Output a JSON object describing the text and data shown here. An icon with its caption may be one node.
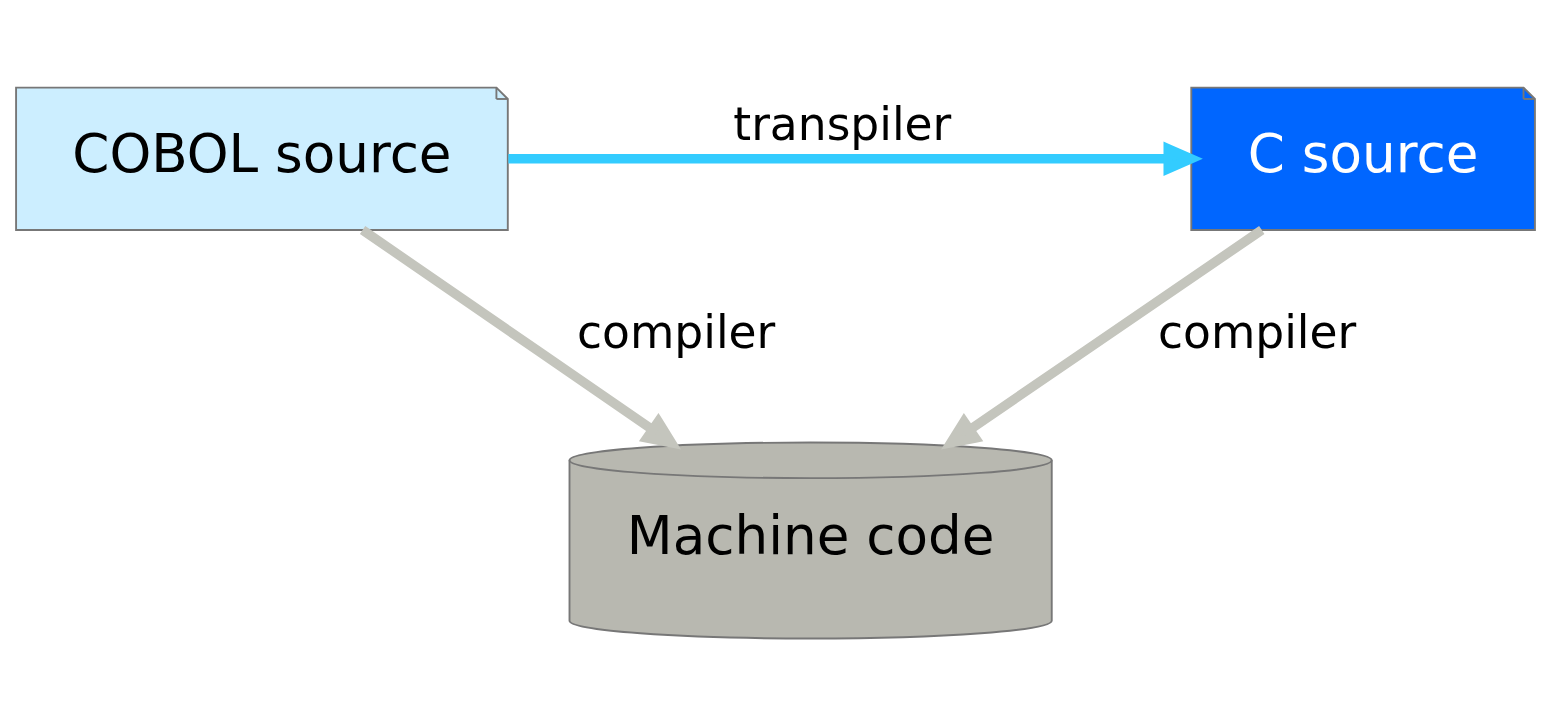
{
  "diagram": {
    "nodes": [
      {
        "text": [
          "COBOL source"
        ]
      },
      {
        "text": [
          "C source"
        ]
      },
      {
        "text": [
          "Machine code"
        ]
      }
    ],
    "edges": [
      {
        "from": 0,
        "to": 1,
        "arrow": "to",
        "label": "transpiler",
        "color": "#33ccff"
      },
      {
        "from": 0,
        "to": 2,
        "arrow": "to",
        "label": "compiler"
      },
      {
        "from": 1,
        "to": 2,
        "arrow": "to",
        "label": "compiler"
      }
    ]
  }
}
